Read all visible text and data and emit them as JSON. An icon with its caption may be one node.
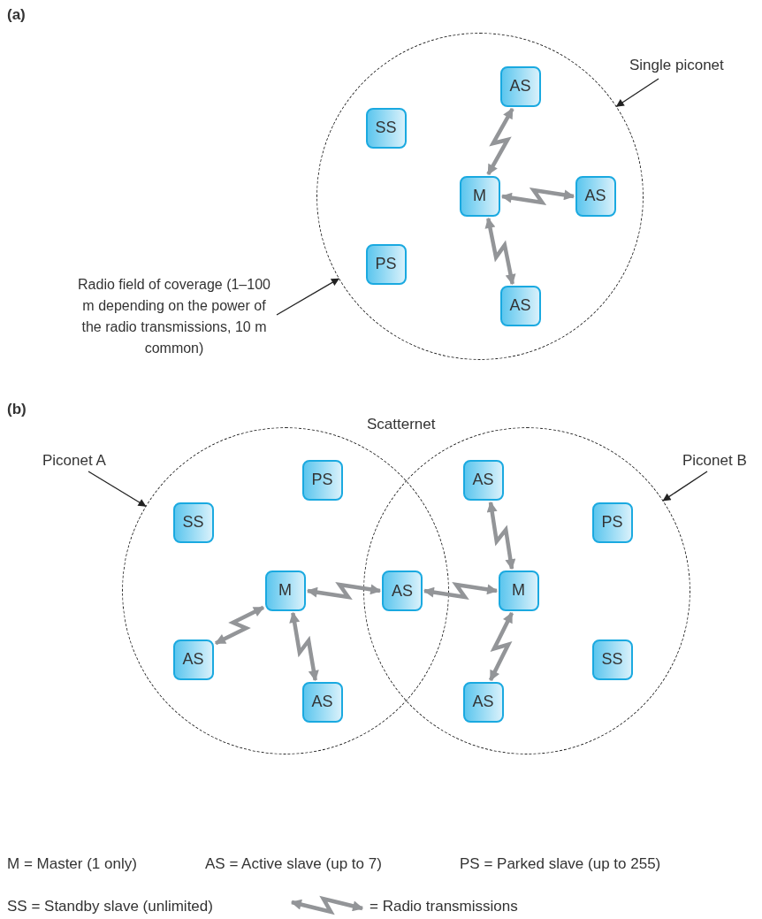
{
  "diagram": {
    "nodes": [
      {
        "text": [],
        "shape": "circle"
      },
      {
        "text": [
          "SS"
        ],
        "in": 0
      },
      {
        "text": [
          "AS"
        ],
        "in": 0
      },
      {
        "text": [
          "M"
        ],
        "in": 0
      },
      {
        "text": [
          "AS"
        ],
        "in": 0
      },
      {
        "text": [
          "PS"
        ],
        "in": 0
      },
      {
        "text": [
          "AS"
        ],
        "in": 0
      },
      {
        "text": [
          "Single piconet"
        ]
      },
      {
        "text": [
          "Radio field of coverage (1–100 m depending on the power of the radio transmissions, 10 m common)"
        ]
      },
      {
        "text": [],
        "shape": "circle"
      },
      {
        "text": [],
        "shape": "circle"
      },
      {
        "text": [
          "PS"
        ],
        "in": 9
      },
      {
        "text": [
          "SS"
        ],
        "in": 9
      },
      {
        "text": [
          "M"
        ],
        "in": 9
      },
      {
        "text": [
          "AS"
        ]
      },
      {
        "text": [
          "AS"
        ],
        "in": 9
      },
      {
        "text": [
          "AS"
        ],
        "in": 9
      },
      {
        "text": [
          "AS"
        ],
        "in": 10
      },
      {
        "text": [
          "PS"
        ],
        "in": 10
      },
      {
        "text": [
          "M"
        ],
        "in": 10
      },
      {
        "text": [
          "SS"
        ],
        "in": 10
      },
      {
        "text": [
          "AS"
        ],
        "in": 10
      },
      {
        "text": [
          "Piconet A"
        ]
      },
      {
        "text": [
          "Piconet B"
        ]
      }
    ],
    "edges": [
      {
        "from": 3,
        "to": 2,
        "arrow": "both"
      },
      {
        "from": 3,
        "to": 4,
        "arrow": "both"
      },
      {
        "from": 3,
        "to": 6,
        "arrow": "both"
      },
      {
        "from": 7,
        "to": 0,
        "arrow": "to",
        "color": "#222222"
      },
      {
        "from": 8,
        "to": 0,
        "arrow": "to",
        "color": "#222222"
      },
      {
        "from": 22,
        "to": 9,
        "arrow": "to",
        "color": "#222222"
      },
      {
        "from": 23,
        "to": 10,
        "arrow": "to",
        "color": "#222222"
      },
      {
        "from": 13,
        "to": 15,
        "arrow": "both"
      },
      {
        "from": 13,
        "to": 16,
        "arrow": "both"
      },
      {
        "from": 13,
        "to": 14,
        "arrow": "both"
      },
      {
        "from": 19,
        "to": 14,
        "arrow": "both"
      },
      {
        "from": 19,
        "to": 17,
        "arrow": "both"
      },
      {
        "from": 19,
        "to": 21,
        "arrow": "both"
      }
    ],
    "labels": [
      "(a)",
      "(b)",
      "Scatternet",
      "M = Master (1 only)",
      "AS = Active slave (up to 7)",
      "PS = Parked slave (up to 255)",
      "SS = Standby slave (unlimited)"
    ],
    "legend": [
      {
        "text": "= Radio transmissions"
      }
    ]
  }
}
